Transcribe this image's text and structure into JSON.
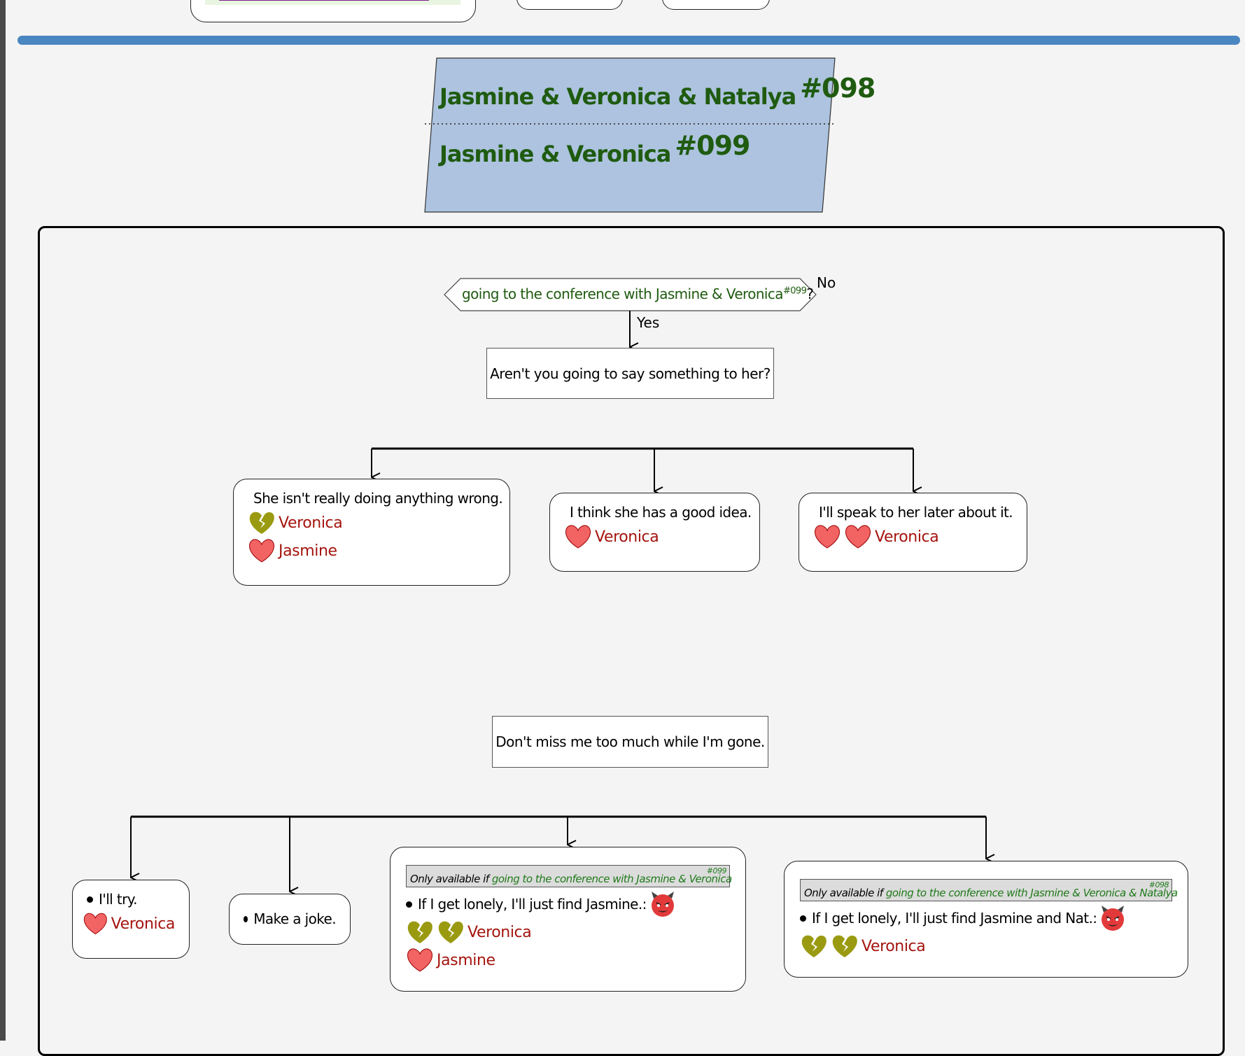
{
  "banner": {
    "line1_text": "Jasmine & Veronica & Natalya",
    "line1_tag": "#098",
    "line2_text": "Jasmine & Veronica",
    "line2_tag": "#099"
  },
  "condition": {
    "text": "going to the conference with Jasmine & Veronica",
    "tag": "#099",
    "suffix": "?",
    "no_label": "No",
    "yes_label": "Yes"
  },
  "dialogue1": "Aren't you going to say something to her?",
  "choices1": [
    {
      "text": "She isn't really doing anything wrong.",
      "effects": [
        {
          "icon": "broken-heart",
          "name": "Veronica"
        },
        {
          "icon": "heart",
          "name": "Jasmine"
        }
      ]
    },
    {
      "text": "I think she has a good idea.",
      "effects": [
        {
          "icon": "heart",
          "name": "Veronica"
        }
      ]
    },
    {
      "text": "I'll speak to her later about it.",
      "effects": [
        {
          "icon": "heart-x2",
          "name": "Veronica"
        }
      ]
    }
  ],
  "dialogue2": "Don't miss me too much while I'm gone.",
  "choices2": [
    {
      "text": "I'll try.",
      "effects": [
        {
          "icon": "heart",
          "name": "Veronica"
        }
      ]
    },
    {
      "text": "Make a joke.",
      "effects": []
    },
    {
      "requirement_prefix": "Only available if",
      "requirement_text": "going to the conference with Jasmine & Veronica",
      "requirement_tag": "#099",
      "text": "If I get lonely, I'll just find Jasmine.:",
      "emoji": "devil-face-icon",
      "effects": [
        {
          "icon": "broken-heart-x2",
          "name": "Veronica"
        },
        {
          "icon": "heart",
          "name": "Jasmine"
        }
      ]
    },
    {
      "requirement_prefix": "Only available if",
      "requirement_text": "going to the conference with Jasmine & Veronica & Natalya",
      "requirement_tag": "#098",
      "text": "If I get lonely, I'll just find Jasmine and Nat.:",
      "emoji": "devil-face-icon",
      "effects": [
        {
          "icon": "broken-heart-x2",
          "name": "Veronica"
        }
      ]
    }
  ],
  "colors": {
    "banner_fill": "#adc3df",
    "banner_text": "#1f5b10",
    "divider": "#4a86c0",
    "heart": "#f26363",
    "broken_heart": "#9a9a10",
    "effect_name": "#a4140e"
  }
}
